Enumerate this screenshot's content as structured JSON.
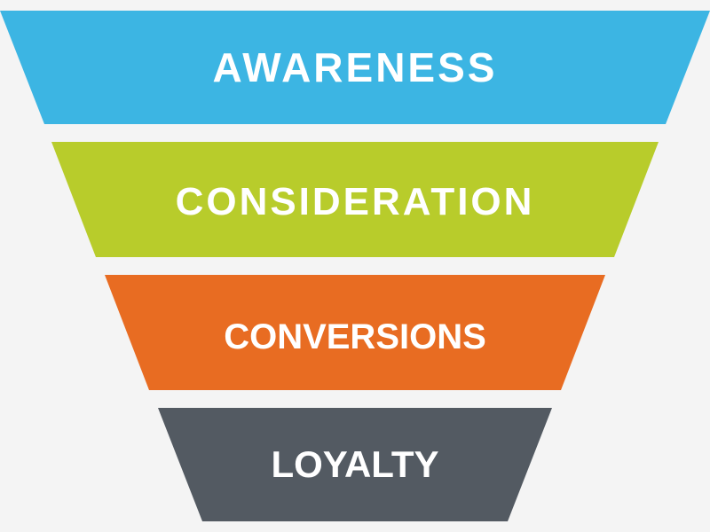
{
  "funnel": {
    "stages": [
      {
        "label": "AWARENESS",
        "color": "#3cb5e3"
      },
      {
        "label": "CONSIDERATION",
        "color": "#b8cc2b"
      },
      {
        "label": "CONVERSIONS",
        "color": "#e86c22"
      },
      {
        "label": "LOYALTY",
        "color": "#535a62"
      }
    ],
    "text_color": "#ffffff",
    "background": "#f4f4f4"
  }
}
